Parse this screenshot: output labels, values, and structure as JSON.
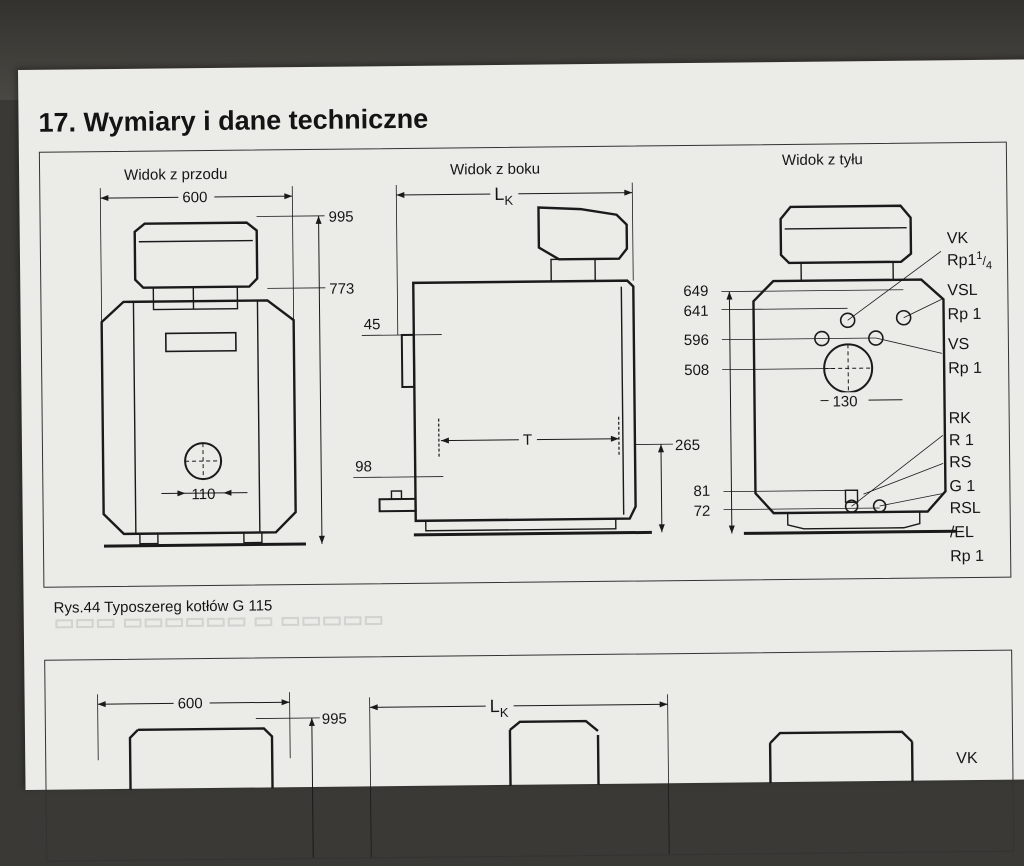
{
  "section": {
    "title": "17. Wymiary i dane techniczne"
  },
  "views": {
    "front": "Widok z przodu",
    "side": "Widok z boku",
    "back": "Widok z tyłu"
  },
  "front_dimensions": {
    "width": "600",
    "height_total": "995",
    "height_body": "773",
    "opening": "110"
  },
  "side_dimensions": {
    "length": "L",
    "length_sub": "K",
    "offset_top": "45",
    "offset_bottom": "98",
    "depth": "T",
    "height": "265"
  },
  "back_dimensions": {
    "h649": "649",
    "h641": "641",
    "h596": "596",
    "h508": "508",
    "h81": "81",
    "h72": "72",
    "opening": "130"
  },
  "connections": {
    "vk": "VK",
    "vk_size": "Rp1",
    "vk_frac_num": "1",
    "vk_frac_den": "4",
    "vsl": "VSL",
    "vsl_size": "Rp 1",
    "vs": "VS",
    "vs_size": "Rp 1",
    "rk": "RK",
    "rk_size": "R 1",
    "rs": "RS",
    "rs_size": "G 1",
    "rsl": "RSL",
    "el": "/EL",
    "el_size": "Rp 1"
  },
  "caption": "Rys.44 Typoszereg kotłów G 115",
  "second_figure": {
    "width": "600",
    "height_total": "995",
    "length": "L",
    "length_sub": "K",
    "vk": "VK"
  }
}
